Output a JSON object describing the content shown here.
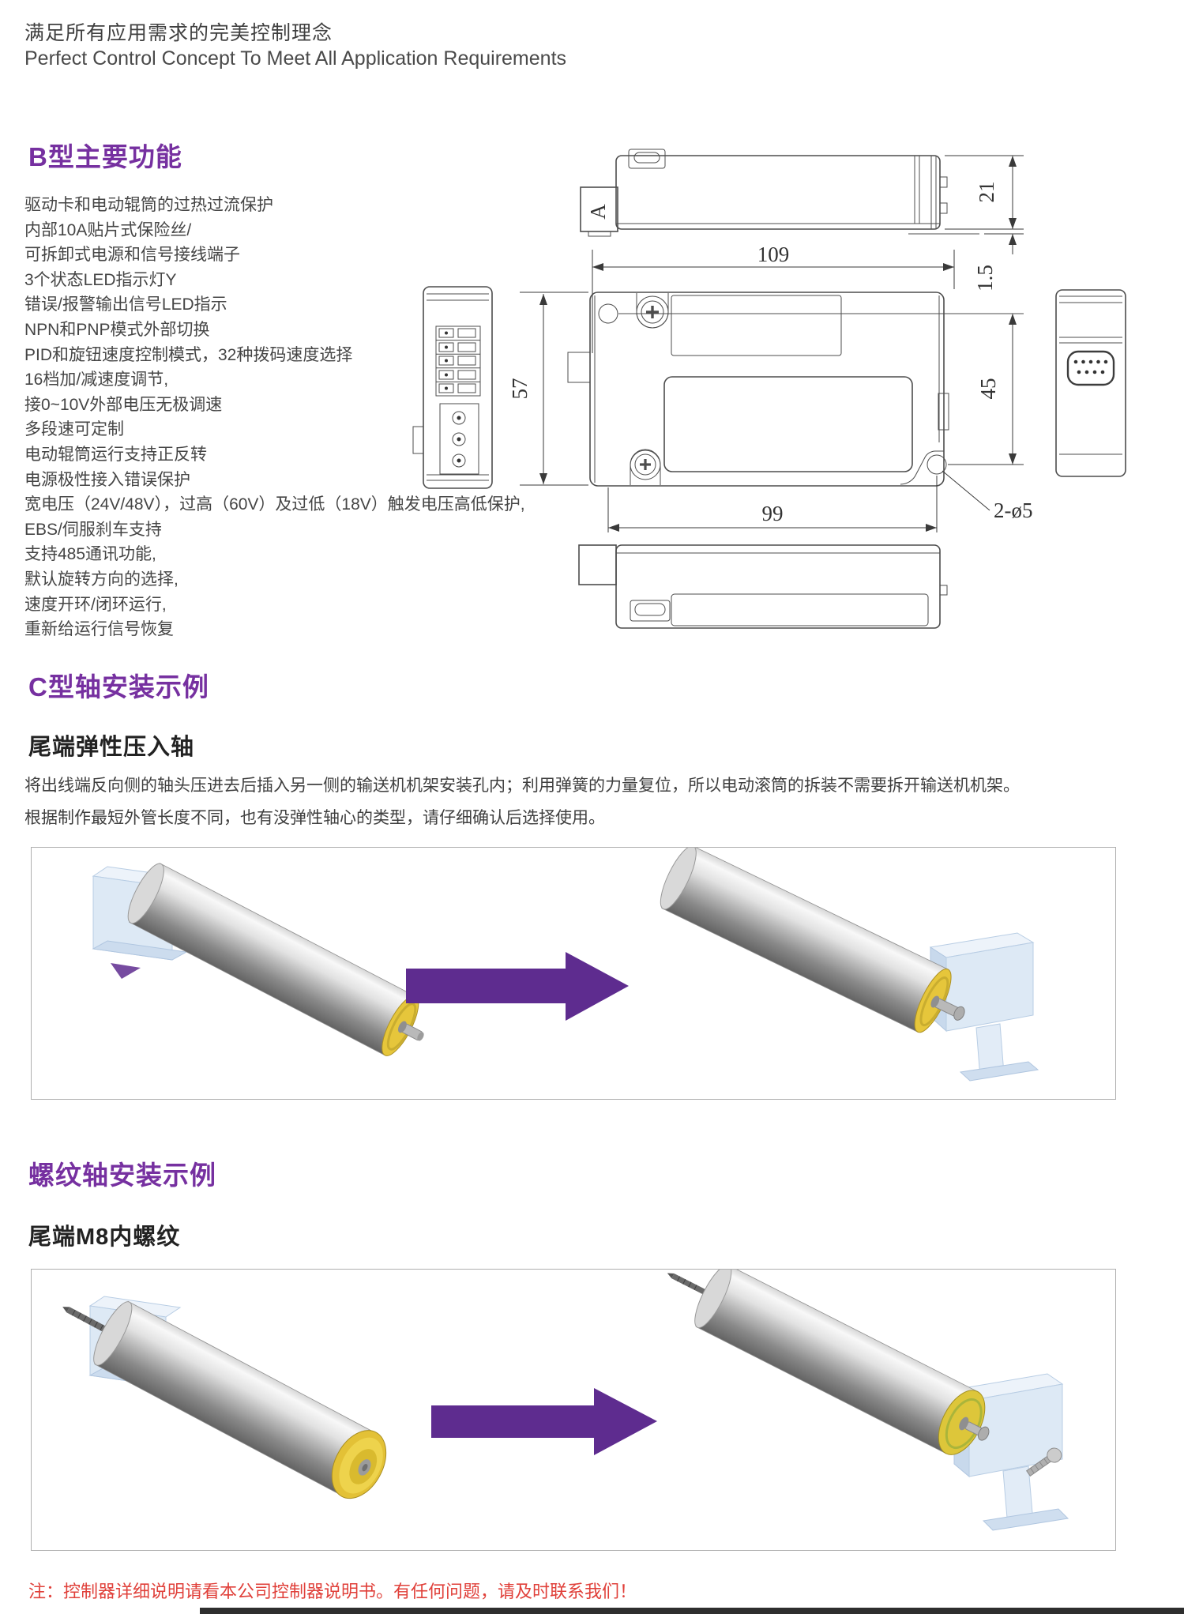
{
  "header": {
    "title_zh": "满足所有应用需求的完美控制理念",
    "title_en": "Perfect Control Concept To Meet All Application Requirements"
  },
  "b_type": {
    "heading": "B型主要功能",
    "features": [
      "驱动卡和电动辊筒的过热过流保护",
      "内部10A贴片式保险丝/",
      "可拆卸式电源和信号接线端子",
      "3个状态LED指示灯Y",
      "错误/报警输出信号LED指示",
      "NPN和PNP模式外部切换",
      "PID和旋钮速度控制模式，32种拨码速度选择",
      "16档加/减速度调节,",
      "接0~10V外部电压无极调速",
      "多段速可定制",
      "电动辊筒运行支持正反转",
      "电源极性接入错误保护",
      "宽电压（24V/48V），过高（60V）及过低（18V）触发电压高低保护,",
      "EBS/伺服刹车支持",
      "支持485通讯功能,",
      "默认旋转方向的选择,",
      "速度开环/闭环运行,",
      "重新给运行信号恢复"
    ]
  },
  "drawing": {
    "d109": "109",
    "d57": "57",
    "d45": "45",
    "d99": "99",
    "d21": "21",
    "d1_5": "1.5",
    "hole_callout": "2-ø5",
    "marker_a": "A"
  },
  "c_type": {
    "heading": "C型轴安装示例",
    "sub_heading": "尾端弹性压入轴",
    "desc_line1": "将出线端反向侧的轴头压进去后插入另一侧的输送机机架安装孔内；利用弹簧的力量复位，所以电动滚筒的拆装不需要拆开输送机机架。",
    "desc_line2": "根据制作最短外管长度不同，也有没弹性轴心的类型，请仔细确认后选择使用。"
  },
  "thread_type": {
    "heading": "螺纹轴安装示例",
    "sub_heading": "尾端M8内螺纹"
  },
  "note": {
    "text": "注：控制器详细说明请看本公司控制器说明书。有任何问题，请及时联系我们！"
  },
  "colors": {
    "heading_purple": "#7630a0",
    "arrow_purple": "#5e2c8f",
    "note_red": "#e0403a",
    "roller_cap_yellow": "#e6c63b",
    "bracket_blue": "#dde9f5"
  }
}
